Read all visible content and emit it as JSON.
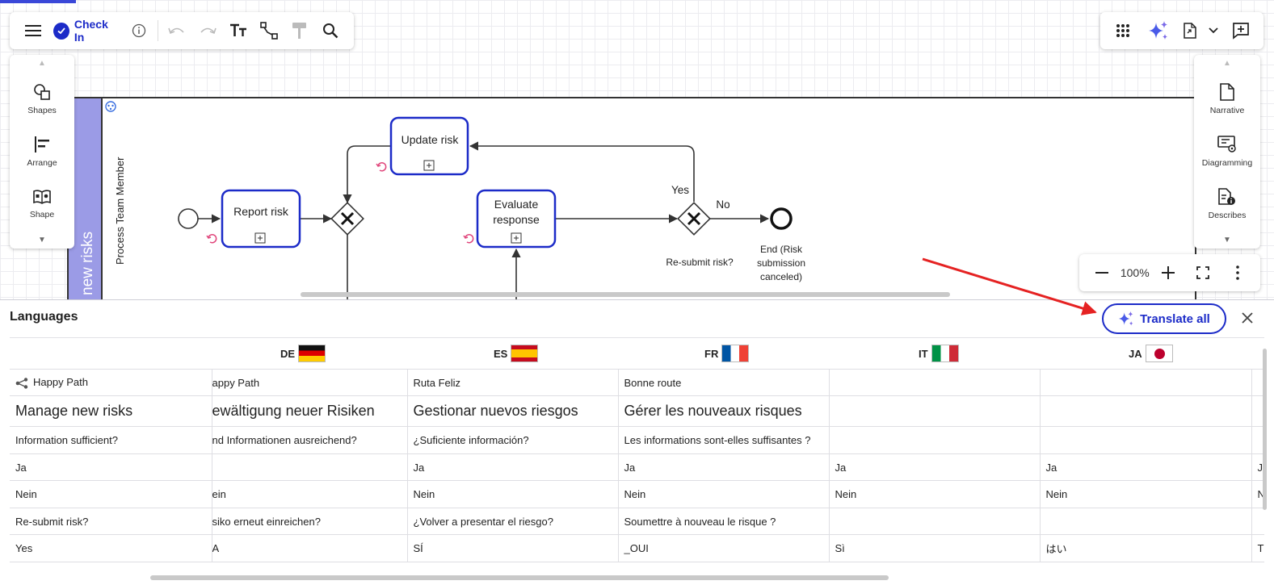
{
  "toolbar": {
    "check_in_label": "Check In",
    "icons": [
      "menu-icon",
      "check-in-icon",
      "info-icon",
      "undo-icon",
      "redo-icon",
      "text-format-icon",
      "connector-icon",
      "format-painter-icon",
      "search-icon"
    ],
    "right_icons": [
      "apps-grid-icon",
      "ai-sparkle-icon",
      "export-icon",
      "chevron-down-icon",
      "add-comment-icon"
    ]
  },
  "left_panel": {
    "items": [
      {
        "label": "Shapes",
        "icon": "shapes-icon"
      },
      {
        "label": "Arrange",
        "icon": "arrange-icon"
      },
      {
        "label": "Shape",
        "icon": "shape-library-icon"
      }
    ]
  },
  "right_panel": {
    "items": [
      {
        "label": "Narrative",
        "icon": "document-icon"
      },
      {
        "label": "Diagramming",
        "icon": "diagramming-icon"
      },
      {
        "label": "Describes",
        "icon": "describes-icon"
      }
    ]
  },
  "zoom": {
    "value": "100%"
  },
  "diagram": {
    "pool_label": "new risks",
    "lane_label": "Process Team Member",
    "tasks": {
      "report": "Report risk",
      "update": "Update risk",
      "evaluate_line1": "Evaluate",
      "evaluate_line2": "response"
    },
    "labels": {
      "yes": "Yes",
      "no": "No",
      "resubmit": "Re-submit risk?",
      "end_line1": "End (Risk",
      "end_line2": "submission",
      "end_line3": "canceled)"
    }
  },
  "languages_panel": {
    "title": "Languages",
    "translate_all_label": "Translate all",
    "columns": [
      {
        "code": "DE",
        "flag": "germany-flag-icon"
      },
      {
        "code": "ES",
        "flag": "spain-flag-icon"
      },
      {
        "code": "FR",
        "flag": "france-flag-icon"
      },
      {
        "code": "IT",
        "flag": "italy-flag-icon"
      },
      {
        "code": "JA",
        "flag": "japan-flag-icon"
      }
    ],
    "rows": [
      {
        "src": "Happy Path",
        "de": "appy Path",
        "es": "Ruta Feliz",
        "fr": "Bonne route",
        "it": "",
        "ja": "",
        "extra": ""
      },
      {
        "src": "Manage new risks",
        "de": "ewältigung neuer Risiken",
        "es": "Gestionar nuevos riesgos",
        "fr": "Gérer les nouveaux risques",
        "it": "",
        "ja": "",
        "extra": ""
      },
      {
        "src": "Information sufficient?",
        "de": "nd Informationen ausreichend?",
        "es": "¿Suficiente información?",
        "fr": "Les informations sont-elles suffisantes ?",
        "it": "",
        "ja": "",
        "extra": ""
      },
      {
        "src": "Ja",
        "de": "",
        "es": "Ja",
        "fr": "Ja",
        "it": "Ja",
        "ja": "Ja",
        "extra": "Ja"
      },
      {
        "src": "Nein",
        "de": "ein",
        "es": "Nein",
        "fr": "Nein",
        "it": "Nein",
        "ja": "Nein",
        "extra": "N"
      },
      {
        "src": "Re-submit risk?",
        "de": "siko erneut einreichen?",
        "es": "¿Volver a presentar el riesgo?",
        "fr": "Soumettre à nouveau le risque ?",
        "it": "",
        "ja": "",
        "extra": ""
      },
      {
        "src": "Yes",
        "de": "A",
        "es": "SÍ",
        "fr": "_OUI",
        "it": "Sì",
        "ja": "はい",
        "extra": "T"
      }
    ]
  },
  "colors": {
    "accent": "#1c2bc8",
    "pool": "#9b9be6",
    "loop_marker": "#e0457b",
    "annotation_arrow": "#e52222"
  }
}
